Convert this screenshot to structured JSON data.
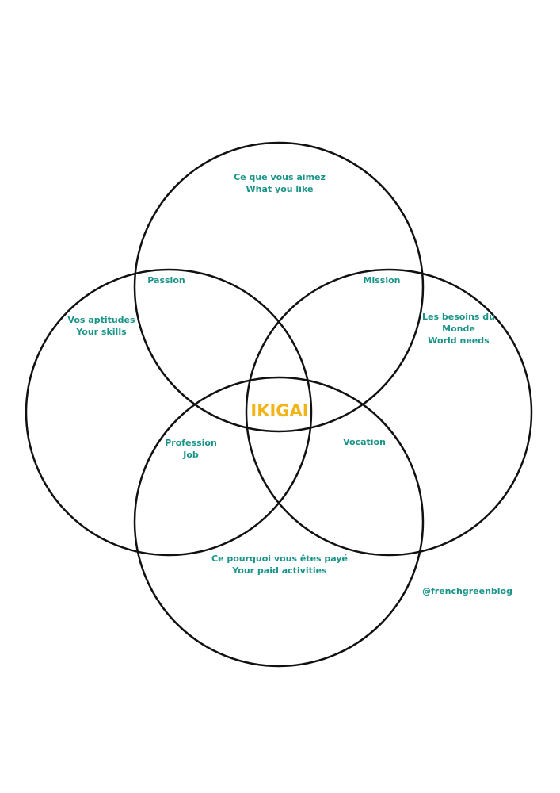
{
  "colors": {
    "label": "#1a9488",
    "center": "#f2b416",
    "stroke": "#111111",
    "background": "#ffffff"
  },
  "center": "IKIGAI",
  "circles": {
    "top": [
      "Ce que vous aimez",
      "What you like"
    ],
    "left": [
      "Vos aptitudes",
      "Your skills"
    ],
    "right": [
      "Les besoins du",
      "Monde",
      "World needs"
    ],
    "bottom": [
      "Ce pourquoi vous êtes payé",
      "Your paid activities"
    ]
  },
  "intersections": {
    "passion": "Passion",
    "mission": "Mission",
    "profession": [
      "Profession",
      "Job"
    ],
    "vocation": "Vocation"
  },
  "credit": "@frenchgreenblog"
}
